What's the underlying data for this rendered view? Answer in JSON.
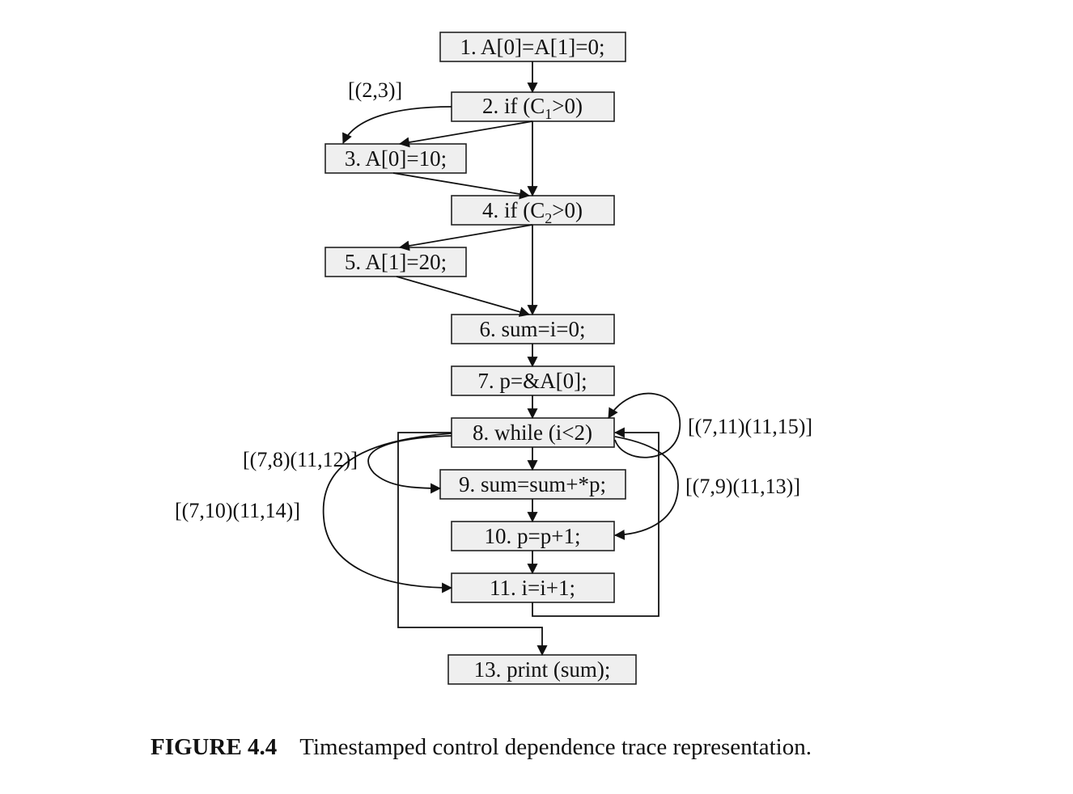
{
  "figure": {
    "number": "FIGURE 4.4",
    "caption": "Timestamped control dependence trace representation."
  },
  "nodes": [
    {
      "id": "n1",
      "text": "1. A[0]=A[1]=0;"
    },
    {
      "id": "n2",
      "text": "2. if (C",
      "sub": "1",
      "tail": ">0)"
    },
    {
      "id": "n3",
      "text": "3. A[0]=10;"
    },
    {
      "id": "n4",
      "text": "4. if (C",
      "sub": "2",
      "tail": ">0)"
    },
    {
      "id": "n5",
      "text": "5. A[1]=20;"
    },
    {
      "id": "n6",
      "text": "6. sum=i=0;"
    },
    {
      "id": "n7",
      "text": "7. p=&A[0];"
    },
    {
      "id": "n8",
      "text": "8. while (i<2)"
    },
    {
      "id": "n9",
      "text": "9. sum=sum+*p;"
    },
    {
      "id": "n10",
      "text": "10. p=p+1;"
    },
    {
      "id": "n11",
      "text": "11. i=i+1;"
    },
    {
      "id": "n13",
      "text": "13. print (sum);"
    }
  ],
  "edge_labels": {
    "l23": "[(2,3)]",
    "l78": "[(7,8)(11,12)]",
    "l710": "[(7,10)(11,14)]",
    "l711": "[(7,11)(11,15)]",
    "l79": "[(7,9)(11,13)]"
  }
}
